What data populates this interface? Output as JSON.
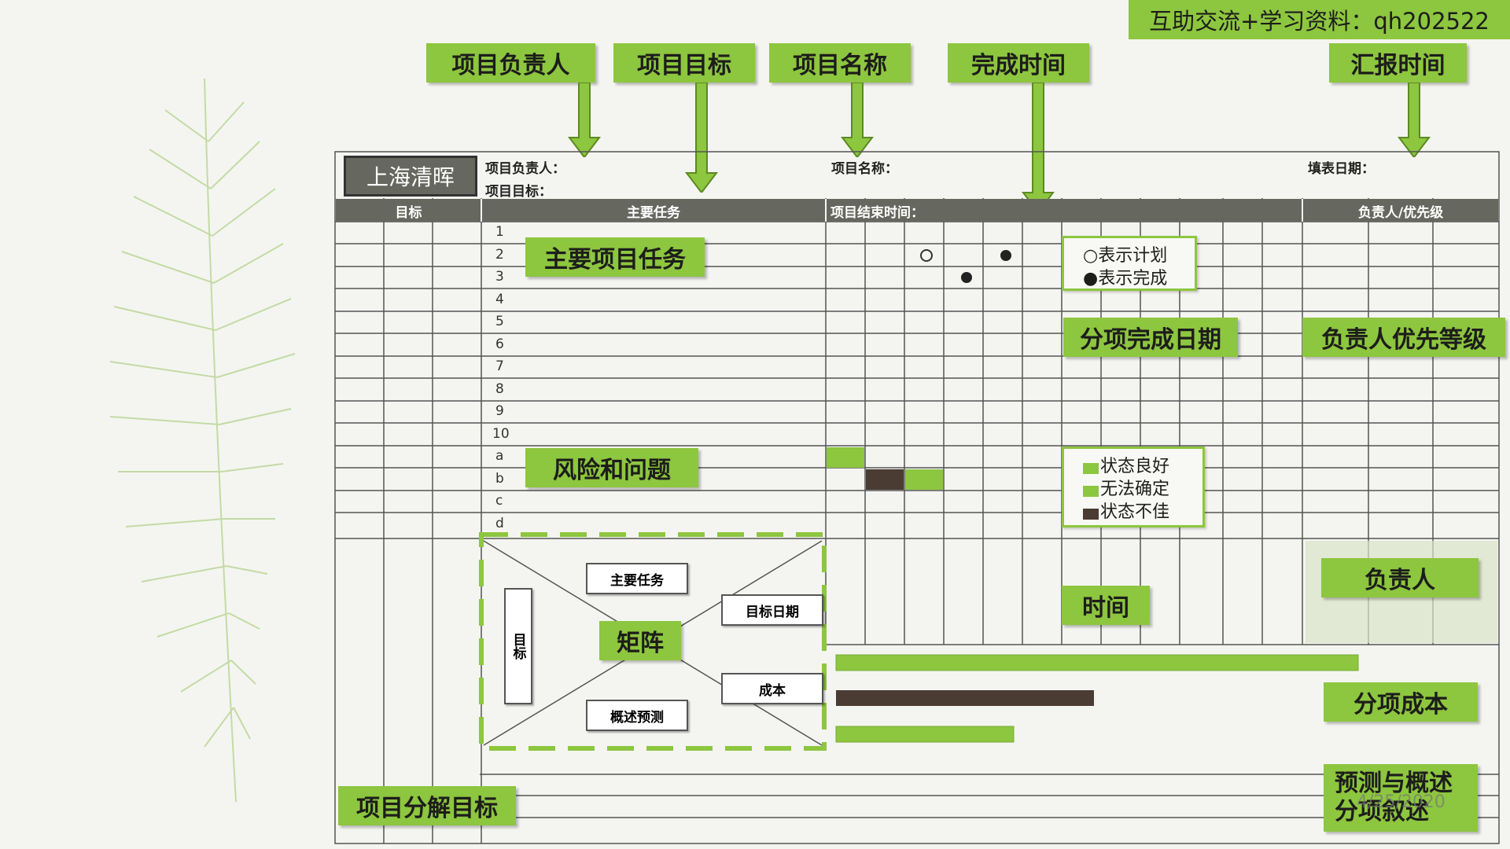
{
  "watermark": "互助交流+学习资料：qh202522",
  "top_callouts": [
    "项目负责人",
    "项目目标",
    "项目名称",
    "完成时间",
    "汇报时间"
  ],
  "form": {
    "logo": "上海清晖",
    "leader_label": "项目负责人：",
    "goal_label": "项目目标：",
    "name_label": "项目名称：",
    "fill_date_label": "填表日期："
  },
  "columns": {
    "goal": "目标",
    "main_tasks": "主要任务",
    "end_time": "项目结束时间：",
    "owner_priority": "负责人/优先级"
  },
  "task_rows": [
    "1",
    "2",
    "3",
    "4",
    "5",
    "6",
    "7",
    "8",
    "9",
    "10"
  ],
  "risk_rows": [
    "a",
    "b",
    "c",
    "d"
  ],
  "legend_plan": {
    "plan": "○表示计划",
    "done": "●表示完成"
  },
  "legend_status": {
    "good": "状态良好",
    "uncertain": "无法确定",
    "bad": "状态不佳"
  },
  "callouts": {
    "main_tasks": "主要项目任务",
    "risk": "风险和问题",
    "sub_date": "分项完成日期",
    "owner_level": "负责人优先等级",
    "matrix": "矩阵",
    "time": "时间",
    "owner": "负责人",
    "sub_cost": "分项成本",
    "breakdown": "项目分解目标",
    "forecast_line1": "预测与概述",
    "forecast_line2": "分项叙述"
  },
  "matrix": {
    "tasks": "主要任务",
    "goal_date": "目标日期",
    "goal_v": "目标",
    "cost": "成本",
    "forecast": "概述预测"
  },
  "footer_date": "4/25/2020",
  "colors": {
    "green": "#8dc63f",
    "dark": "#4a3b33",
    "header": "#66685f"
  }
}
